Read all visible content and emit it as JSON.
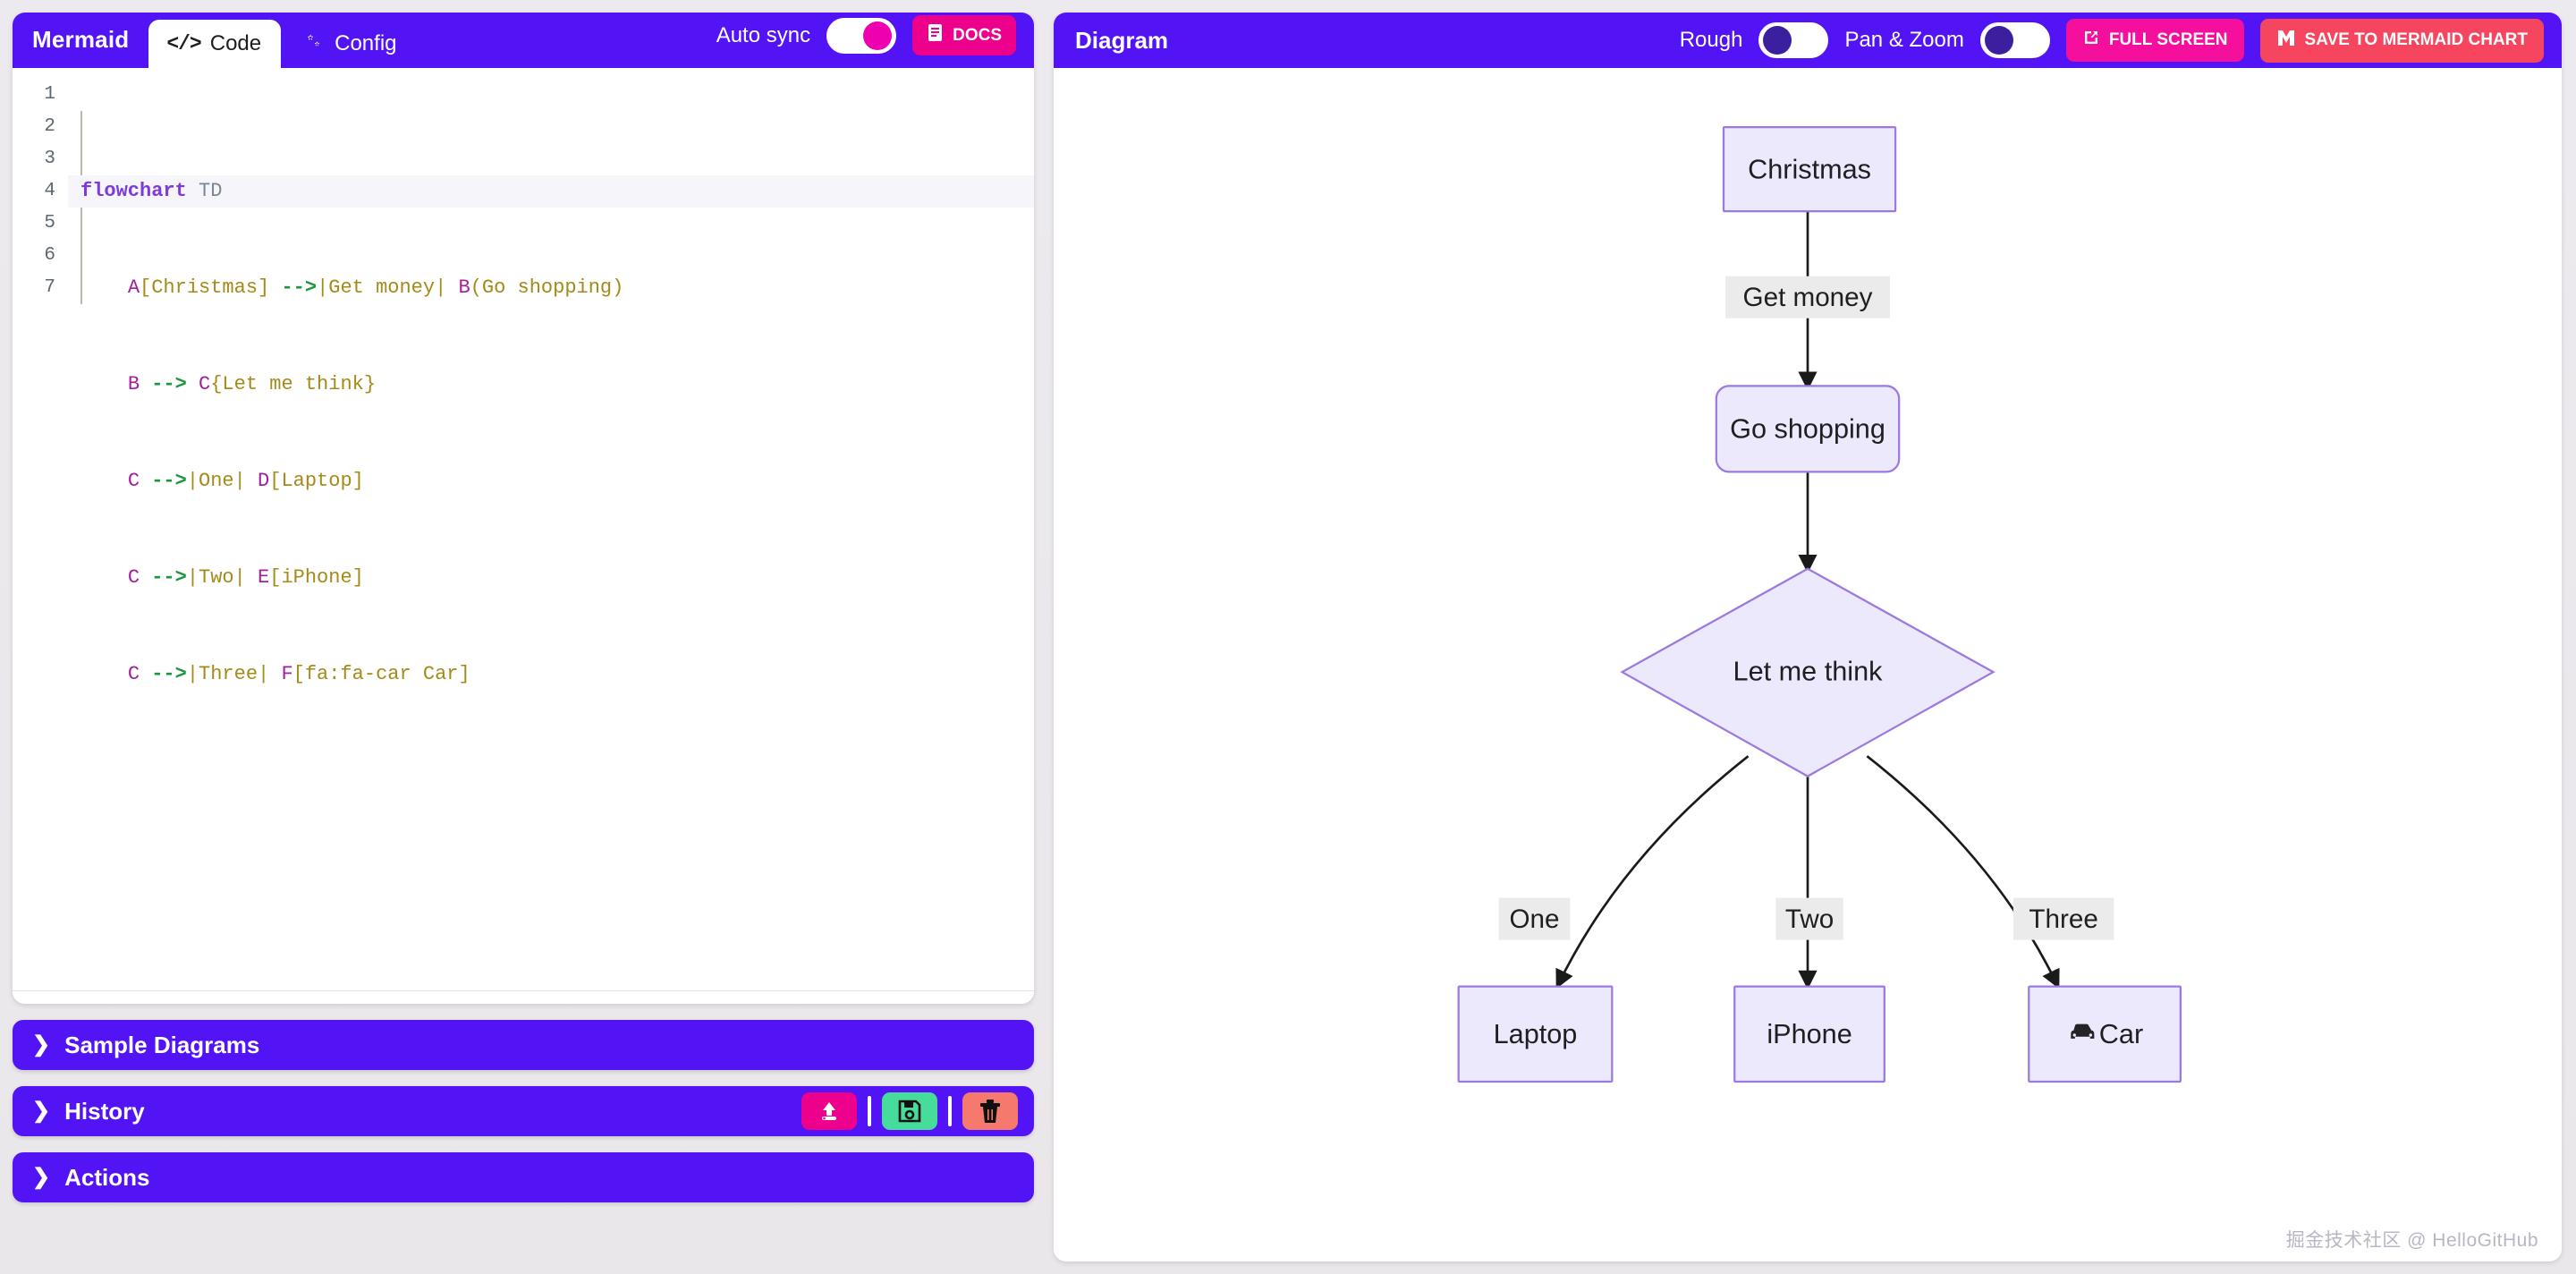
{
  "editor": {
    "brand": "Mermaid",
    "tabs": [
      {
        "label": "Code",
        "icon": "code-icon",
        "active": true
      },
      {
        "label": "Config",
        "icon": "gear-icon",
        "active": false
      }
    ],
    "auto_sync_label": "Auto sync",
    "auto_sync_on": true,
    "docs_label": "DOCS",
    "docs_icon": "book-icon",
    "line_numbers": [
      "1",
      "2",
      "3",
      "4",
      "5",
      "6",
      "7"
    ],
    "active_line": 1,
    "code_lines": [
      "flowchart TD",
      "    A[Christmas] -->|Get money| B(Go shopping)",
      "    B --> C{Let me think}",
      "    C -->|One| D[Laptop]",
      "    C -->|Two| E[iPhone]",
      "    C -->|Three| F[fa:fa-car Car]",
      ""
    ]
  },
  "accordions": [
    {
      "label": "Sample Diagrams",
      "chevron": "chevron-right-icon"
    },
    {
      "label": "History",
      "chevron": "chevron-right-icon"
    },
    {
      "label": "Actions",
      "chevron": "chevron-right-icon"
    }
  ],
  "history_actions": [
    {
      "name": "upload-history-button",
      "icon": "upload-icon",
      "color": "#ec008c"
    },
    {
      "name": "save-history-button",
      "icon": "floppy-disk-icon",
      "color": "#45dc9c"
    },
    {
      "name": "delete-history-button",
      "icon": "trash-icon",
      "color": "#f5796d"
    }
  ],
  "diagram_panel": {
    "title": "Diagram",
    "rough_label": "Rough",
    "rough_on": false,
    "pan_zoom_label": "Pan & Zoom",
    "pan_zoom_on": false,
    "fullscreen_label": "FULL SCREEN",
    "fullscreen_icon": "external-link-icon",
    "save_label": "SAVE TO MERMAID CHART",
    "save_icon": "mermaid-chart-icon",
    "watermark": "掘金技术社区 @ HelloGitHub"
  },
  "chart_data": {
    "type": "diagram",
    "diagram_type": "flowchart",
    "direction": "TD",
    "nodes": [
      {
        "id": "A",
        "label": "Christmas",
        "shape": "rect"
      },
      {
        "id": "B",
        "label": "Go shopping",
        "shape": "rounded"
      },
      {
        "id": "C",
        "label": "Let me think",
        "shape": "diamond"
      },
      {
        "id": "D",
        "label": "Laptop",
        "shape": "rect"
      },
      {
        "id": "E",
        "label": "iPhone",
        "shape": "rect"
      },
      {
        "id": "F",
        "label": "Car",
        "shape": "rect",
        "icon": "car-icon"
      }
    ],
    "edges": [
      {
        "from": "A",
        "to": "B",
        "label": "Get money"
      },
      {
        "from": "B",
        "to": "C",
        "label": ""
      },
      {
        "from": "C",
        "to": "D",
        "label": "One"
      },
      {
        "from": "C",
        "to": "E",
        "label": "Two"
      },
      {
        "from": "C",
        "to": "F",
        "label": "Three"
      }
    ],
    "colors": {
      "node_fill": "#ece9fc",
      "node_stroke": "#9b79e0",
      "edge": "#1a1a1a",
      "edge_label_bg": "#ebebeb"
    }
  },
  "theme": {
    "brand_purple": "#5314f5",
    "accent_pink": "#ec008c",
    "accent_magenta": "#f40f9c",
    "accent_red": "#f5455f",
    "accent_green": "#45dc9c"
  }
}
